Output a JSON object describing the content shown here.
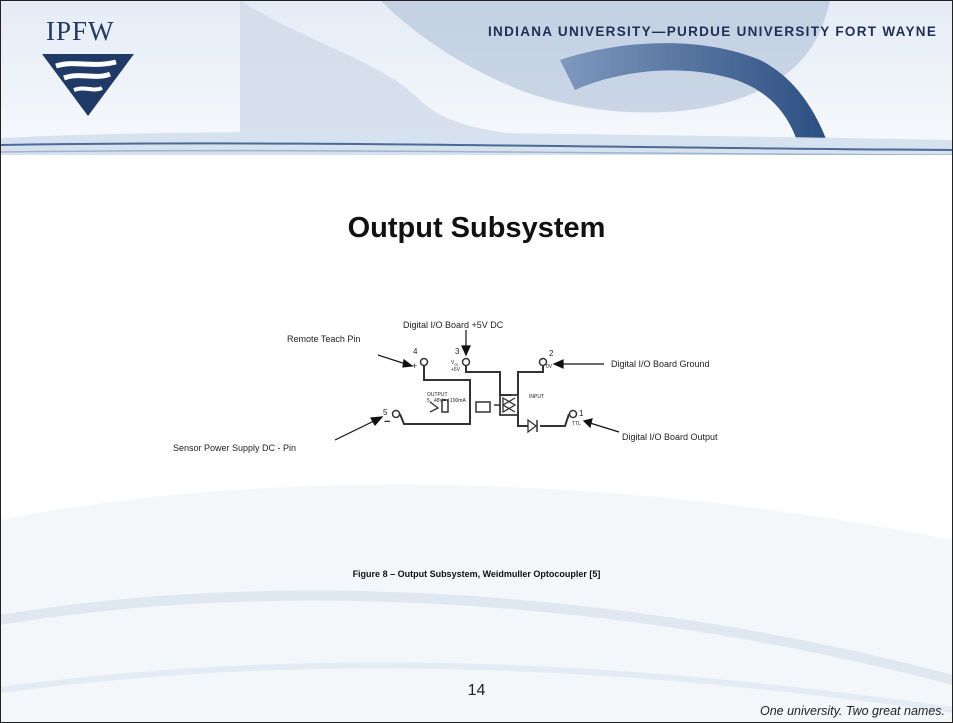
{
  "header": {
    "logo_text": "IPFW",
    "university_name": "INDIANA UNIVERSITY—PURDUE UNIVERSITY FORT WAYNE"
  },
  "slide": {
    "title": "Output Subsystem",
    "page_number": "14",
    "tagline": "One university.  Two great names."
  },
  "diagram": {
    "callouts": {
      "remote_teach_pin": "Remote Teach Pin",
      "vdc5": "Digital I/O Board +5V DC",
      "ground": "Digital I/O Board Ground",
      "sensor_power": "Sensor Power Supply DC - Pin",
      "io_output": "Digital I/O Board Output"
    },
    "pins": {
      "p4": "4",
      "p3": "3",
      "p2": "2",
      "p5": "5",
      "p1": "1"
    },
    "pin_marks": {
      "plus": "+",
      "vcc": "V",
      "vcc_sub": "cc",
      "plus5": "+5V",
      "zero": "0V",
      "minus": "−",
      "ttl": "TTL"
    },
    "device_text": {
      "output": "OUTPUT",
      "output_range": "5...48V= / 100mA",
      "input": "INPUT"
    },
    "caption": "Figure 8 – Output Subsystem, Weidmuller Optocoupler [5]"
  },
  "colors": {
    "navy": "#1f3a66",
    "sky": "#c9d8e8"
  }
}
